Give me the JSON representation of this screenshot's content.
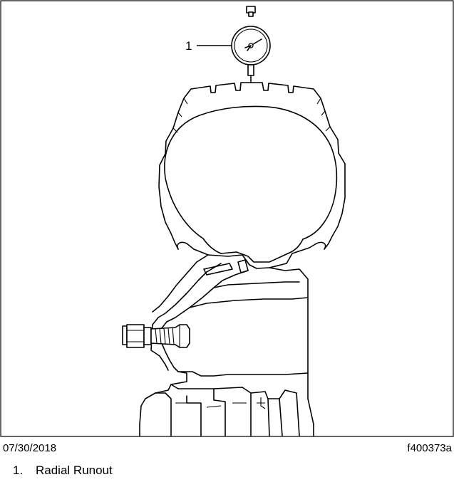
{
  "figure": {
    "callout": "1",
    "date": "07/30/2018",
    "figure_id": "f400373a"
  },
  "legend": [
    {
      "number": "1.",
      "label": "Radial Runout"
    }
  ]
}
